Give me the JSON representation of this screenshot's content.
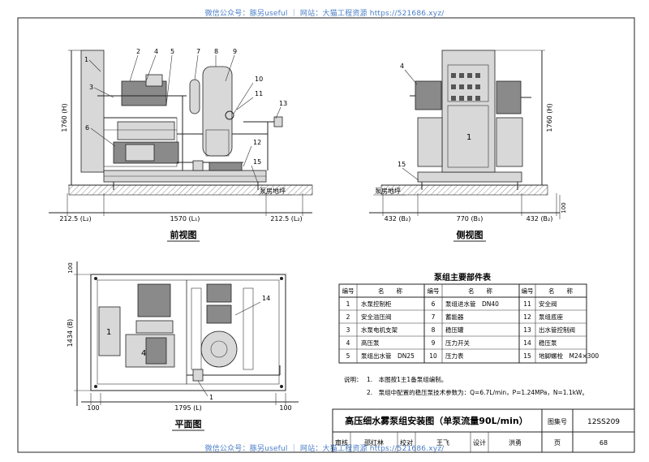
{
  "watermark": {
    "top": "微信公众号：豚另useful ｜ 网站：大猫工程资源 https://521686.xyz/",
    "bottom": "微信公众号：豚另useful ｜ 网站：大猫工程资源 https://521686.xyz/"
  },
  "views": {
    "front": {
      "title": "前视图",
      "height_label": "1760 (H)",
      "floor_label": "泵房地坪",
      "dims": [
        "212.5 (L₂)",
        "1570 (L₁)",
        "212.5 (L₂)"
      ],
      "callouts": [
        "1",
        "2",
        "3",
        "4",
        "5",
        "6",
        "7",
        "8",
        "9",
        "10",
        "11",
        "12",
        "13",
        "15"
      ]
    },
    "side": {
      "title": "侧视图",
      "height_label": "1760 (H)",
      "floor_label": "泵房地坪",
      "dims": [
        "432 (B₂)",
        "770 (B₁)",
        "432 (B₂)"
      ],
      "side_dim": "100",
      "callouts": [
        "4",
        "15",
        "1"
      ]
    },
    "plan": {
      "title": "平面图",
      "depth_label": "1434 (B)",
      "top_dim": "100",
      "bottom_dims": [
        "100",
        "1795 (L)",
        "100"
      ],
      "callouts": [
        "1",
        "4",
        "14",
        "1"
      ]
    }
  },
  "parts_table": {
    "title": "泵组主要部件表",
    "headers": [
      "编号",
      "名　　称",
      "编号",
      "名　　称",
      "编号",
      "名　　称"
    ],
    "rows": [
      [
        "1",
        "水泵控制柜",
        "6",
        "泵组进水管　DN40",
        "11",
        "安全阀"
      ],
      [
        "2",
        "安全溢压阀",
        "7",
        "蓄能器",
        "12",
        "泵组底座"
      ],
      [
        "3",
        "水泵电机支架",
        "8",
        "稳压罐",
        "13",
        "出水管控制阀"
      ],
      [
        "4",
        "高压泵",
        "9",
        "压力开关",
        "14",
        "稳压泵"
      ],
      [
        "5",
        "泵组出水管　DN25",
        "10",
        "压力表",
        "15",
        "地脚螺栓　M24×300"
      ]
    ]
  },
  "notes": {
    "label": "说明：",
    "items": [
      "1.　本图按1主1备泵组编制。",
      "2.　泵组中配置的稳压泵技术参数为：Q=6.7L/min，P=1.24MPa，N=1.1kW。"
    ]
  },
  "title_block": {
    "title": "高压细水雾泵组安装图（单泵流量90L/min）",
    "atlas_label": "图集号",
    "atlas_no": "12SS209",
    "review_label": "审核",
    "reviewer": "邵红林",
    "check_label": "校对",
    "checker": "王飞",
    "design_label": "设计",
    "designer": "洪勇",
    "page_label": "页",
    "page_no": "68"
  }
}
